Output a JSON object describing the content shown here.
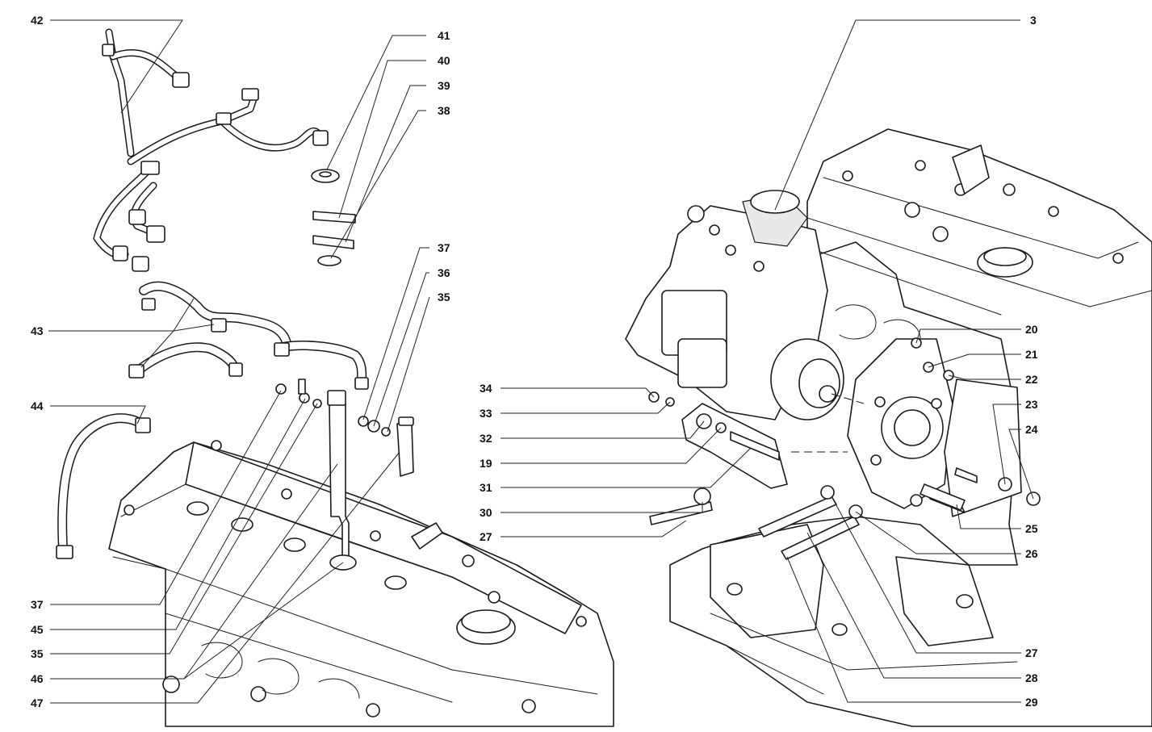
{
  "callouts": [
    {
      "text": "42"
    },
    {
      "text": "41"
    },
    {
      "text": "40"
    },
    {
      "text": "39"
    },
    {
      "text": "38"
    },
    {
      "text": "37"
    },
    {
      "text": "36"
    },
    {
      "text": "35"
    },
    {
      "text": "43"
    },
    {
      "text": "44"
    },
    {
      "text": "37"
    },
    {
      "text": "45"
    },
    {
      "text": "35"
    },
    {
      "text": "46"
    },
    {
      "text": "47"
    },
    {
      "text": "3"
    },
    {
      "text": "20"
    },
    {
      "text": "21"
    },
    {
      "text": "22"
    },
    {
      "text": "23"
    },
    {
      "text": "24"
    },
    {
      "text": "25"
    },
    {
      "text": "26"
    },
    {
      "text": "27"
    },
    {
      "text": "28"
    },
    {
      "text": "29"
    },
    {
      "text": "34"
    },
    {
      "text": "33"
    },
    {
      "text": "32"
    },
    {
      "text": "19"
    },
    {
      "text": "31"
    },
    {
      "text": "30"
    },
    {
      "text": "27"
    }
  ],
  "colors": {
    "line": "#1a1a1a",
    "background": "#ffffff",
    "label": "#111111"
  }
}
